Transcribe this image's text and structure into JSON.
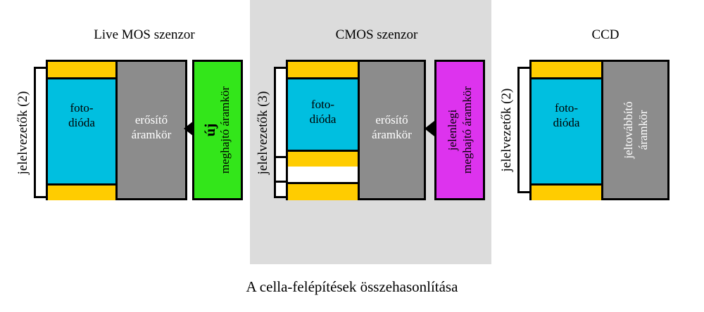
{
  "diagram": {
    "caption": "A cella-felépítések összehasonlítása",
    "live_mos": {
      "title": "Live MOS szenzor",
      "signal_lines": "jelelvezetők (2)",
      "photodiode_line1": "foto-",
      "photodiode_line2": "dióda",
      "amplifier_line1": "erősítő",
      "amplifier_line2": "áramkör",
      "driver_line1": "új",
      "driver_line2": "meghajtó áramkör"
    },
    "cmos": {
      "title": "CMOS szenzor",
      "signal_lines": "jelelvezetők (3)",
      "photodiode_line1": "foto-",
      "photodiode_line2": "dióda",
      "amplifier_line1": "erősítő",
      "amplifier_line2": "áramkör",
      "driver_line1": "jelenlegi",
      "driver_line2": "meghajtó áramkör"
    },
    "ccd": {
      "title": "CCD",
      "signal_lines": "jelelvezetők (2)",
      "photodiode_line1": "foto-",
      "photodiode_line2": "dióda",
      "transfer_line1": "jeltovábbító",
      "transfer_line2": "áramkör"
    },
    "colors": {
      "photodiode": "#00bfe0",
      "signal_line": "#ffcc00",
      "circuit": "#8c8c8c",
      "new_driver": "#33e61a",
      "current_driver": "#dd33ee",
      "cmos_panel_background": "#dcdcdc"
    }
  }
}
